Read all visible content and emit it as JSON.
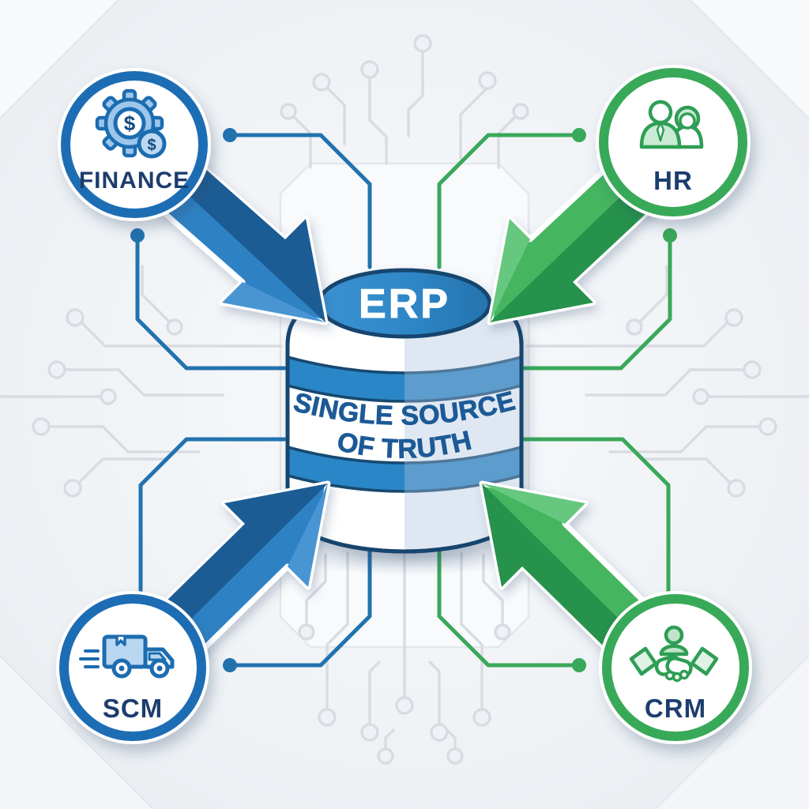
{
  "diagram": {
    "title": "ERP",
    "center_label_line1": "SINGLE SOURCE",
    "center_label_line2": "OF TRUTH",
    "center_name": "erp-database-cylinder",
    "modules": [
      {
        "label": "FINANCE",
        "icon": "gear-dollar-icon",
        "icon_symbol": "$",
        "color": "#1e6db4",
        "position": "top-left"
      },
      {
        "label": "HR",
        "icon": "people-icon",
        "color": "#38a958",
        "position": "top-right"
      },
      {
        "label": "SCM",
        "icon": "delivery-truck-icon",
        "color": "#1e6db4",
        "position": "bottom-left"
      },
      {
        "label": "CRM",
        "icon": "handshake-icon",
        "color": "#38a958",
        "position": "bottom-right"
      }
    ],
    "colors": {
      "background": "#eef1f5",
      "trace_gray": "#d8dce2",
      "trace_blue": "#2272ae",
      "trace_green": "#3aa85a",
      "navy_outline": "#16456e",
      "label_navy": "#1c3e6e",
      "cylinder_text": "#1d5a96",
      "blue_ring": "#1e6db4",
      "blue_arrow_dark": "#1c5b95",
      "blue_arrow_mid": "#2f82c4",
      "blue_arrow_light": "#4a95d3",
      "green_ring": "#38a958",
      "green_arrow_dark": "#27924c",
      "green_arrow_mid": "#44b560",
      "green_arrow_light": "#66c77e",
      "cylinder_top_blue": "#2e86c6",
      "stripe_blue": "#2b86c6"
    }
  }
}
